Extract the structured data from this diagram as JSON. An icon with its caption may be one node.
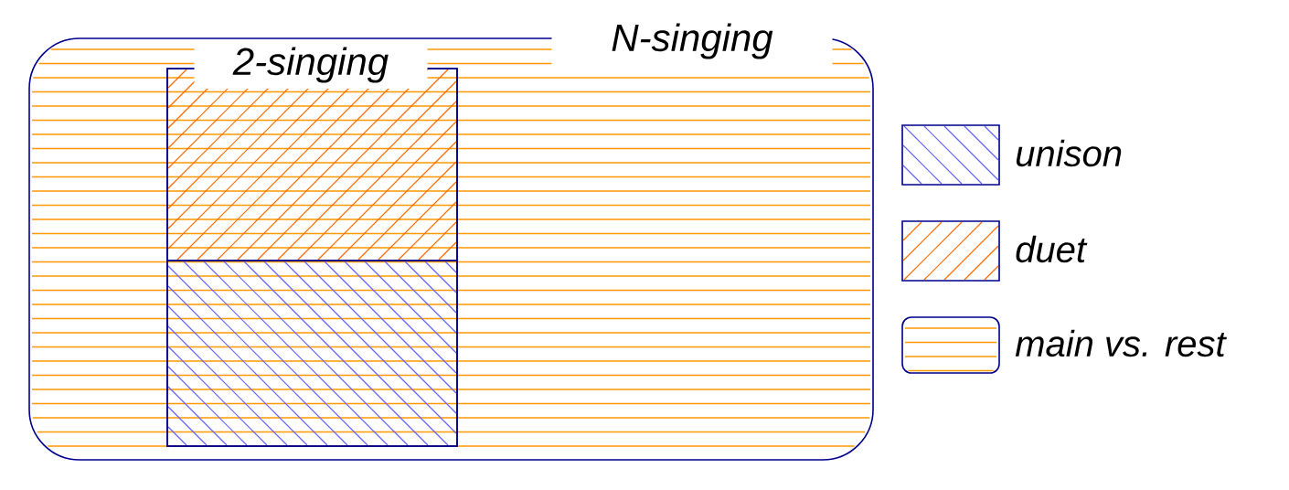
{
  "diagram": {
    "nodes": [
      {
        "text": [
          "N-singing"
        ]
      },
      {
        "text": [
          "2-singing"
        ],
        "in": 0
      },
      {
        "text": [],
        "shape": "box",
        "in": 1
      },
      {
        "text": [],
        "shape": "box",
        "in": 1
      }
    ],
    "legend": [
      {
        "text": "unison"
      },
      {
        "text": "duet"
      },
      {
        "text": "main vs. rest"
      }
    ]
  }
}
